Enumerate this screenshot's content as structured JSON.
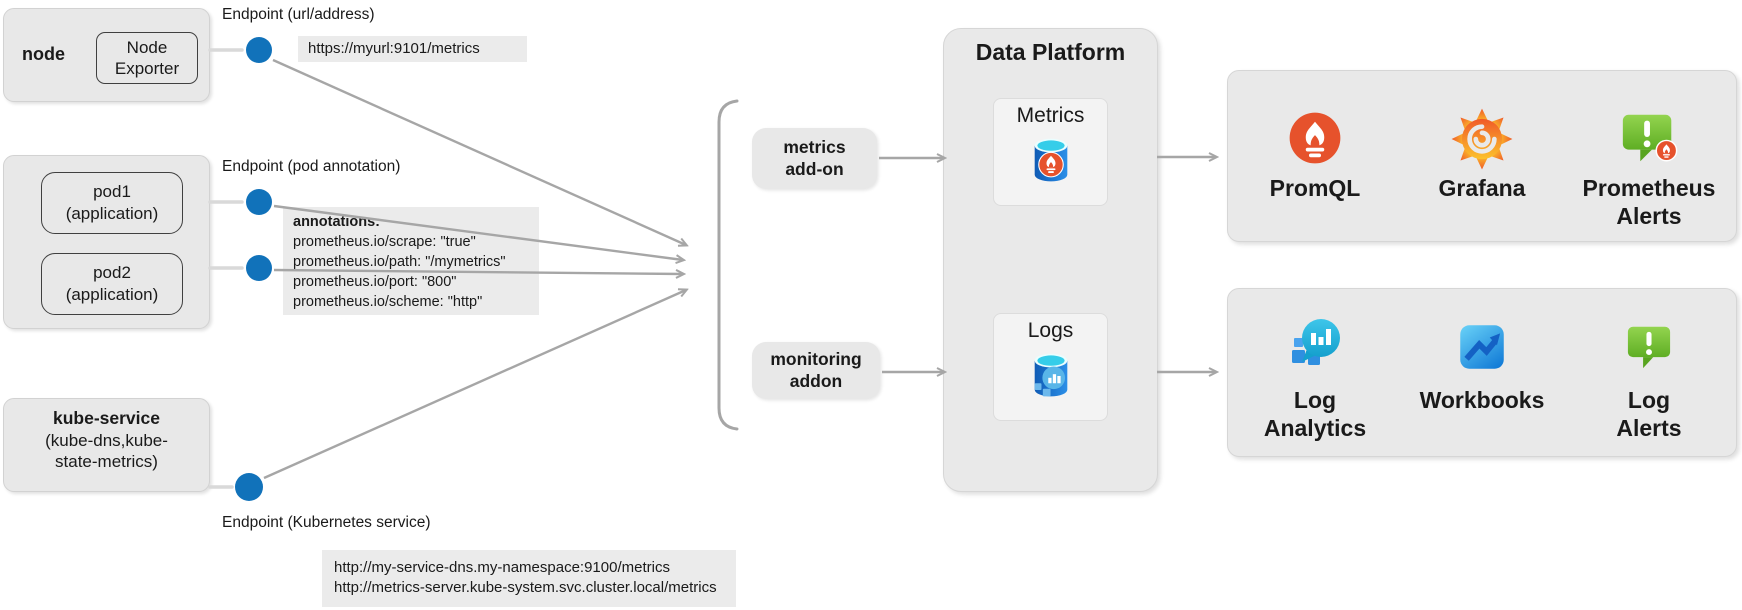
{
  "colors": {
    "box_gray": "#e8e8e8",
    "value_gray": "#ebebeb",
    "arrow_gray": "#a6a6a6",
    "endpoint_dot_blue": "#1172ba",
    "prometheus_red": "#e6522c",
    "grafana_orange": "#f58223",
    "alert_green": "#67b32e",
    "azure_blue": "#2b8fe8",
    "cyan": "#35cde9"
  },
  "sources": {
    "node": {
      "label": "node",
      "exporter": "Node\nExporter"
    },
    "pods": {
      "pod1": "pod1\n(application)",
      "pod2": "pod2\n(application)"
    },
    "kube": {
      "title": "kube-service",
      "subtitle": "(kube-dns,kube-\nstate-metrics)"
    }
  },
  "endpoints": {
    "url": {
      "label": "Endpoint (url/address)",
      "value": "https://myurl:9101/metrics"
    },
    "pod": {
      "label": "Endpoint (pod annotation)",
      "annotations_title": "annotations:",
      "annotations": [
        "prometheus.io/scrape: \"true\"",
        "prometheus.io/path: \"/mymetrics\"",
        "prometheus.io/port: \"800\"",
        "prometheus.io/scheme: \"http\""
      ]
    },
    "k8s": {
      "label": "Endpoint (Kubernetes service)",
      "urls": [
        "http://my-service-dns.my-namespace:9100/metrics",
        "http://metrics-server.kube-system.svc.cluster.local/metrics"
      ]
    }
  },
  "addons": {
    "metrics": "metrics\nadd-on",
    "monitoring": "monitoring\naddon"
  },
  "platform": {
    "title": "Data Platform",
    "metrics_card": "Metrics",
    "metrics_icon": "prometheus-database-icon",
    "logs_card": "Logs",
    "logs_icon": "log-analytics-database-icon"
  },
  "outputs": {
    "metrics_tools": [
      {
        "label": "PromQL",
        "icon": "prometheus-icon"
      },
      {
        "label": "Grafana",
        "icon": "grafana-icon"
      },
      {
        "label": "Prometheus\nAlerts",
        "icon": "prometheus-alerts-icon"
      }
    ],
    "logs_tools": [
      {
        "label": "Log\nAnalytics",
        "icon": "log-analytics-icon"
      },
      {
        "label": "Workbooks",
        "icon": "workbooks-icon"
      },
      {
        "label": "Log\nAlerts",
        "icon": "log-alerts-icon"
      }
    ]
  }
}
